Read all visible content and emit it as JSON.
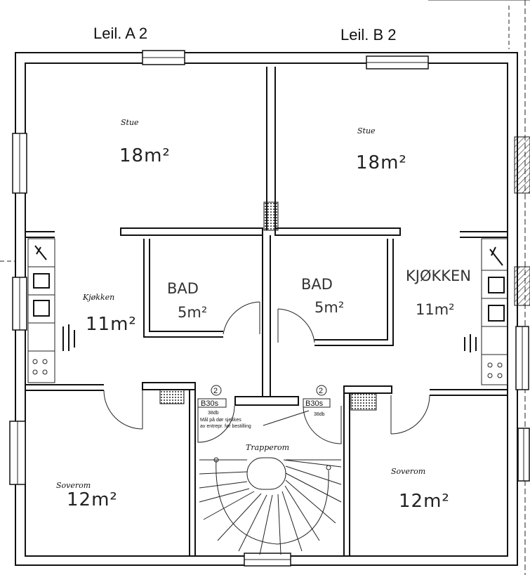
{
  "units": [
    {
      "label": "Leil. A 2"
    },
    {
      "label": "Leil. B 2"
    }
  ],
  "rooms": [
    {
      "name": "Stue",
      "area": "18m²"
    },
    {
      "name": "Stue",
      "area": "18m²"
    },
    {
      "name": "Kjøkken",
      "area": "11m²"
    },
    {
      "name": "BAD",
      "area": "5m²"
    },
    {
      "name": "BAD",
      "area": "5m²"
    },
    {
      "name": "KJØKKEN",
      "area": "11m²"
    },
    {
      "name": "Soverom",
      "area": "12m²"
    },
    {
      "name": "Trapperom",
      "area": ""
    },
    {
      "name": "Soverom",
      "area": "12m²"
    }
  ],
  "doors": [
    {
      "number": "2",
      "code": "B30s",
      "db": "38db"
    },
    {
      "number": "2",
      "code": "B30s",
      "db": "38db"
    }
  ],
  "note": {
    "line1": "Mål på dør sjekkes",
    "line2": "av entrepr. før bestilling"
  },
  "colors": {
    "line": "#111111",
    "paper": "#ffffff"
  }
}
